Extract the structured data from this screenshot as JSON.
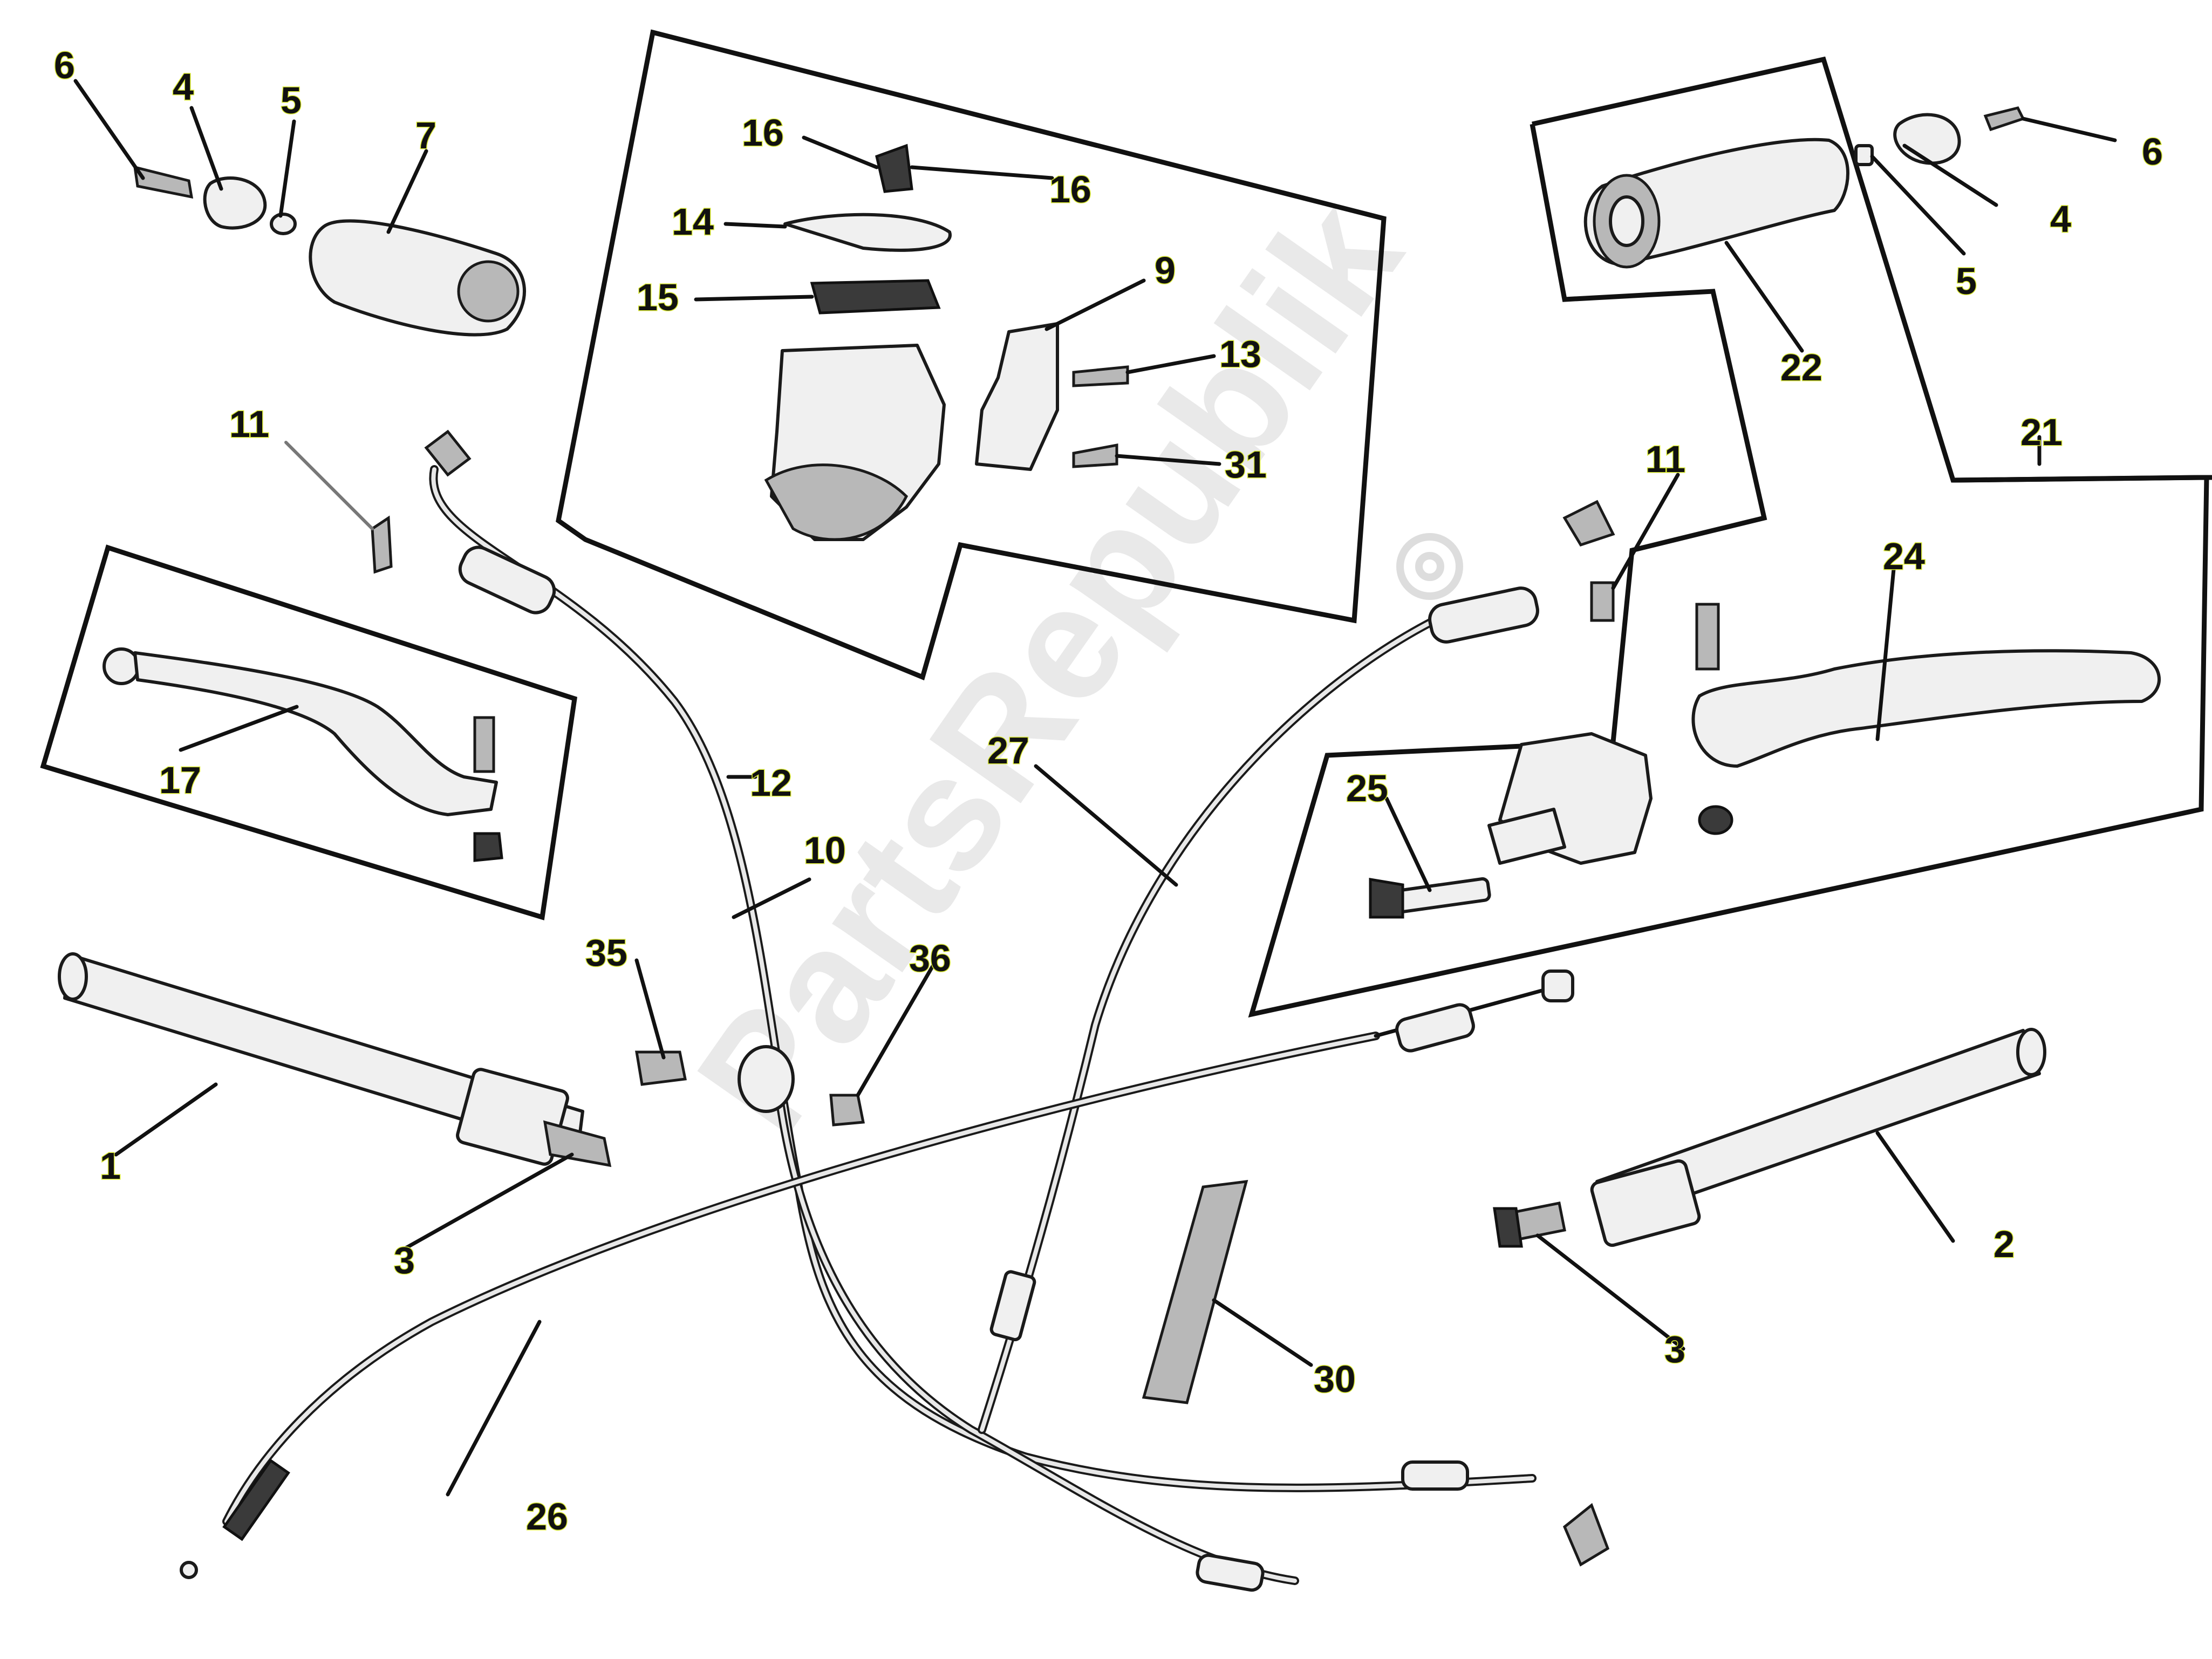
{
  "watermark": "PartsRepublik",
  "callouts": {
    "c1": "1",
    "c2": "2",
    "c3a": "3",
    "c3b": "3",
    "c4a": "4",
    "c4b": "4",
    "c5a": "5",
    "c5b": "5",
    "c6a": "6",
    "c6b": "6",
    "c7": "7",
    "c9": "9",
    "c10": "10",
    "c11a": "11",
    "c11b": "11",
    "c12": "12",
    "c13": "13",
    "c14": "14",
    "c15": "15",
    "c16a": "16",
    "c16b": "16",
    "c17": "17",
    "c21": "21",
    "c22": "22",
    "c24": "24",
    "c25": "25",
    "c26": "26",
    "c27": "27",
    "c30": "30",
    "c31": "31",
    "c35": "35",
    "c36": "36"
  },
  "colors": {
    "label_highlight": "#d8e830",
    "ink": "#111111",
    "part_fill": "#f0f0f0"
  }
}
